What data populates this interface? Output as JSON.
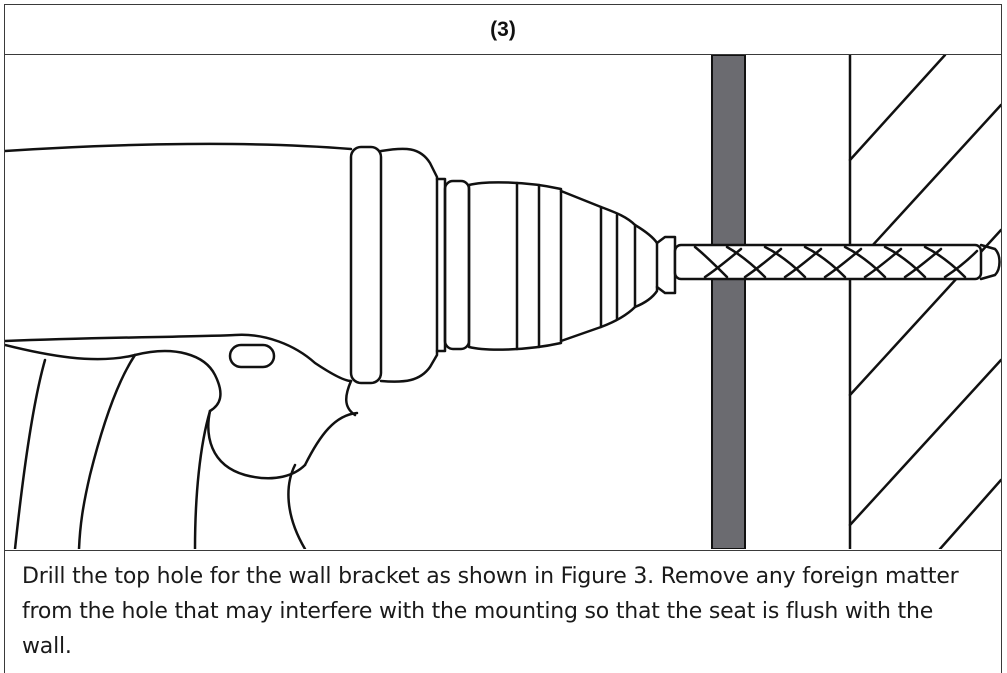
{
  "figure": {
    "label": "(3)",
    "caption": "Drill the top hole for the wall bracket as shown in Figure 3. Remove any foreign matter from the hole that may interfere with the mounting so that the seat is flush with the wall."
  },
  "illustration": {
    "icon": "drill-into-wall-illustration",
    "panel_color": "#6b6b70",
    "line_color": "#111111"
  }
}
